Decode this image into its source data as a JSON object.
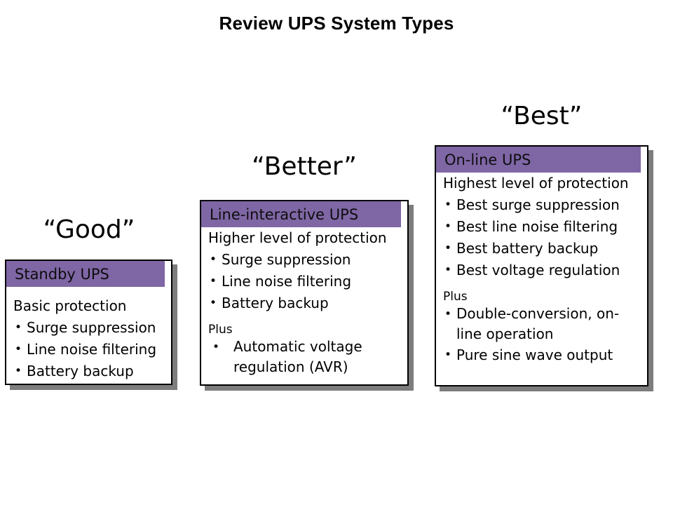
{
  "slide": {
    "title": "Review UPS System Types",
    "accent_purple": "#7F66A5",
    "shadow_gray": "#7D7D7D",
    "background": "#FFFFFF"
  },
  "tiers": [
    {
      "caption": "“Good”",
      "header": "Standby UPS",
      "lead": "Basic protection",
      "bullets": [
        "Surge suppression",
        "Line noise filtering",
        "Battery backup"
      ],
      "plus_label": "",
      "plus_bullets": []
    },
    {
      "caption": "“Better”",
      "header": "Line-interactive UPS",
      "lead": "Higher level of protection",
      "bullets": [
        "Surge suppression",
        "Line noise filtering",
        "Battery backup"
      ],
      "plus_label": "Plus",
      "plus_bullets": [
        {
          "line1": "Automatic voltage",
          "line2": "regulation (AVR)"
        }
      ]
    },
    {
      "caption": "“Best”",
      "header": "On-line UPS",
      "lead": "Highest level of protection",
      "bullets": [
        "Best surge suppression",
        "Best line noise filtering",
        "Best battery backup",
        "Best voltage regulation"
      ],
      "plus_label": "Plus",
      "plus_bullets": [
        {
          "line1": "Double-conversion, on-",
          "line2": "line operation"
        },
        {
          "line1": "Pure sine wave output",
          "line2": ""
        }
      ]
    }
  ]
}
